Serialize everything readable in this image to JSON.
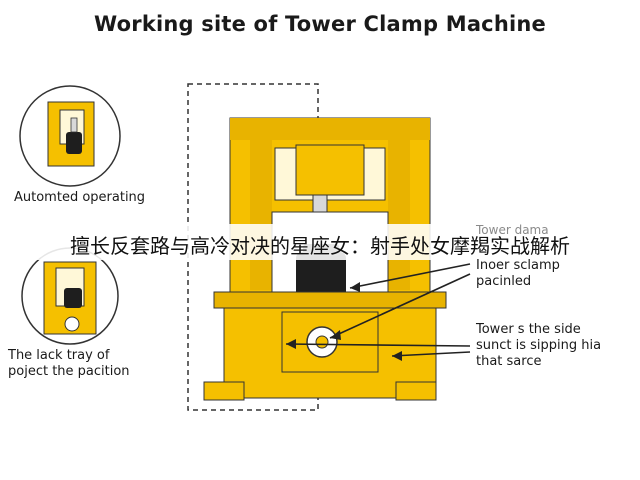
{
  "title": "Working site of Tower Clamp Machine",
  "overlay_text": "擅长反套路与高冷对决的星座女：射手处女摩羯实战解析",
  "labels": {
    "automated": "Automted operating",
    "lack_tray_line1": "The lack tray of",
    "lack_tray_line2": "poject the pacition",
    "faint_top": "Tower dama",
    "inner_line1": "Inoer sclamp",
    "inner_line2": "pacinled",
    "tower_line1": "Tower s the side",
    "tower_line2": "sunct is sipping hia",
    "tower_line3": "that sarce"
  },
  "colors": {
    "machine_yellow": "#F5C000",
    "machine_dark_yellow": "#E0A800",
    "outline": "#222222",
    "clamp_black": "#1e1e1e"
  }
}
